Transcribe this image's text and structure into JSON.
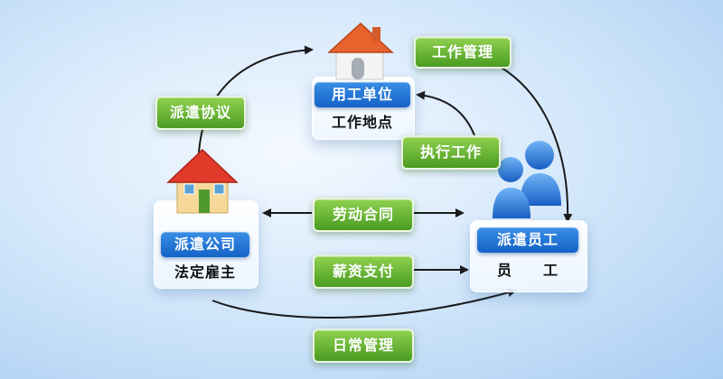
{
  "nodes": {
    "agency": {
      "label": "派遣公司",
      "sublabel": "法定雇主"
    },
    "employer": {
      "label": "用工单位",
      "sublabel": "工作地点"
    },
    "employee": {
      "label": "派遣员工",
      "sublabel": "员　　工"
    }
  },
  "relations": {
    "dispatch_agreement": "派遣协议",
    "work_management": "工作管理",
    "perform_work": "执行工作",
    "labor_contract": "劳动合同",
    "salary_payment": "薪资支付",
    "daily_management": "日常管理"
  },
  "icons": {
    "agency": "house-icon",
    "employer": "house-icon",
    "employee": "people-icon"
  },
  "colors": {
    "node_label": "#1462c7",
    "relation_tag": "#4a9c22",
    "arrow": "#1a1a1a"
  }
}
